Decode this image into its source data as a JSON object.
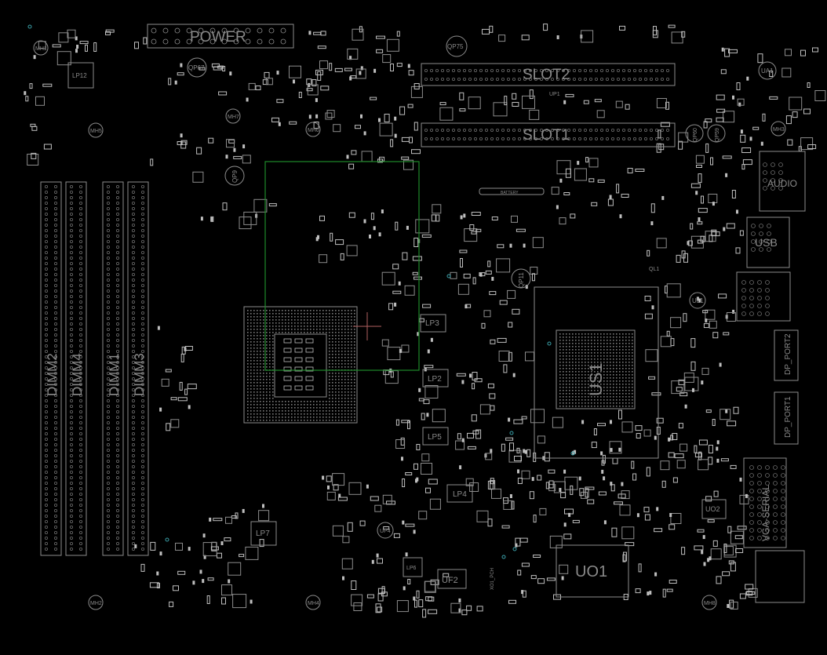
{
  "board": {
    "power_label": "POWER",
    "slot2_label": "SLOT2",
    "slot1_label": "SLOT1",
    "battery_label": "BATTERY",
    "audio_label": "AUDIO",
    "usb_label": "USB",
    "dp_port2_label": "DP_PORT2",
    "dp_port1_label": "DP_PORT1",
    "vga_serial_label": "VGA-SERIAL",
    "uo1_label": "UO1",
    "uo2_label": "UO2",
    "uf2_label": "UF2",
    "us1_label": "US1",
    "dimm_labels": [
      "DIMM2",
      "DIMM4",
      "DIMM1",
      "DIMM3"
    ],
    "lp_labels": [
      "LP12",
      "LP3",
      "LP2",
      "LP5",
      "LP4",
      "LP7",
      "LP6"
    ],
    "qp_labels": [
      "QP67",
      "QP75",
      "QP9",
      "QP11",
      "QP60",
      "QP59"
    ],
    "mh_labels": [
      "MH1",
      "MH5",
      "MH7",
      "MH6",
      "MH3",
      "MH2",
      "MH4",
      "MH8"
    ],
    "ql_labels": [
      "QL1",
      "UL1"
    ],
    "ua_label": "UA1",
    "up_labels": [
      "UP4",
      "UP1"
    ],
    "xo_label": "XO1_PCH"
  },
  "colors": {
    "background": "#000000",
    "outline": "#8c8c8c",
    "component": "#bfbfbf",
    "cpu_box": "#1f8a2a",
    "crosshair": "#b06060",
    "via": "#3aa0a8"
  }
}
